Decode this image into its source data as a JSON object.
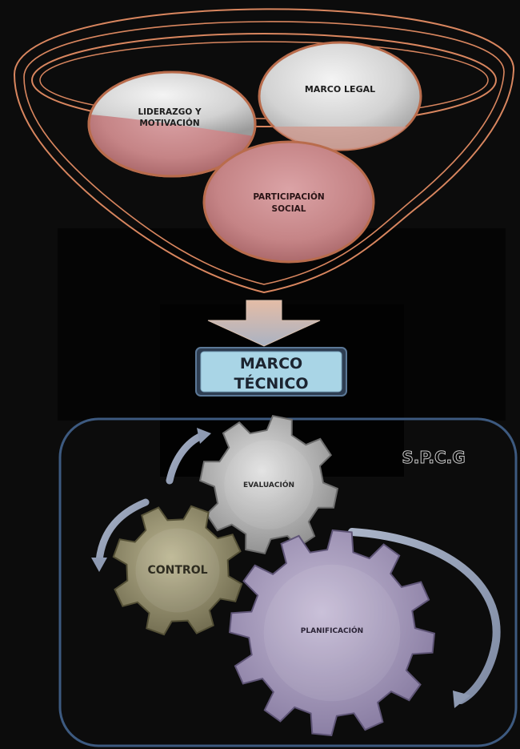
{
  "funnel": {
    "leadership": {
      "line1": "LIDERAZGO Y",
      "line2": "MOTIVACIÓN"
    },
    "legal": {
      "label": "MARCO LEGAL"
    },
    "participation": {
      "line1": "PARTICIPACIÓN",
      "line2": "SOCIAL"
    }
  },
  "technical_frame": {
    "line1": "MARCO",
    "line2": "TÉCNICO"
  },
  "system": {
    "label": "S.P.C.G",
    "gears": {
      "evaluation": "EVALUACIÓN",
      "control": "CONTROL",
      "planning": "PLANIFICACIÓN"
    }
  },
  "colors": {
    "background": "#0c0c0c",
    "funnel_outline": "#d9865f",
    "silver": "#d3d3d3",
    "rose": "#c98f91",
    "gear_grey": "#a6a6a6",
    "gear_olive": "#8d8665",
    "gear_lavender": "#a79cb8",
    "frame_border": "#3d5a80",
    "technical_fill": "#a9d5e6",
    "arrow": "#c7ccd5"
  }
}
